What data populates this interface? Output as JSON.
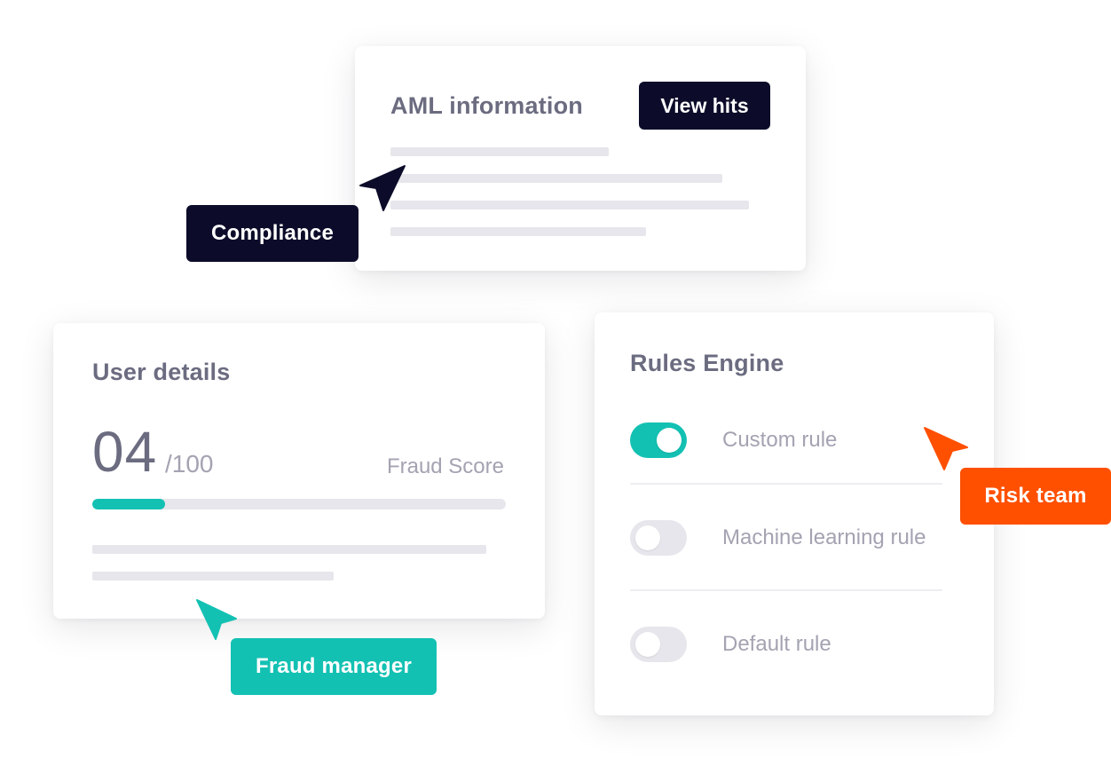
{
  "aml_card": {
    "title": "AML information",
    "view_hits_label": "View hits"
  },
  "user_card": {
    "title": "User details",
    "score_value": "04",
    "score_max": "/100",
    "score_label": "Fraud Score",
    "score_progress": 0.04
  },
  "rules_card": {
    "title": "Rules Engine",
    "rules": [
      {
        "label": "Custom rule",
        "enabled": true
      },
      {
        "label": "Machine learning rule",
        "enabled": false
      },
      {
        "label": "Default rule",
        "enabled": false
      }
    ]
  },
  "personas": {
    "compliance": {
      "label": "Compliance",
      "color": "#0c0c2a"
    },
    "fraud_manager": {
      "label": "Fraud manager",
      "color": "#13c1b3"
    },
    "risk_team": {
      "label": "Risk team",
      "color": "#ff5000"
    }
  },
  "colors": {
    "accent_teal": "#13c1b3",
    "navy": "#0c0c2a",
    "orange": "#ff5000"
  },
  "icons": {
    "compliance_cursor": "cursor-arrow-icon",
    "fraud_cursor": "cursor-arrow-icon",
    "risk_cursor": "cursor-arrow-icon"
  }
}
